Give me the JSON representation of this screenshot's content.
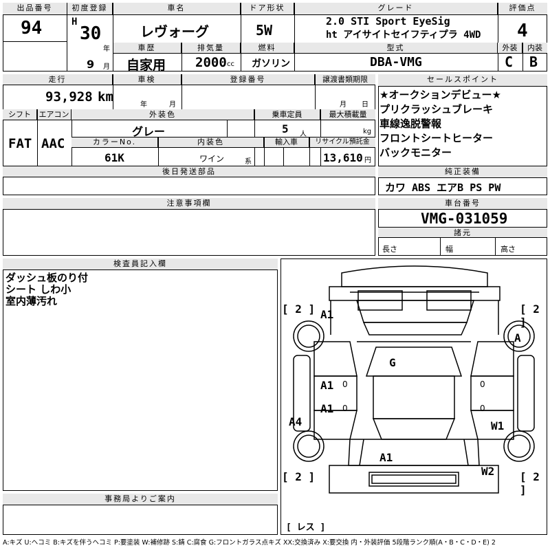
{
  "header": {
    "lot_label": "出品番号",
    "lot_no": "94",
    "first_reg_label": "初度登録",
    "era_prefix": "H",
    "reg_year": "30",
    "year_unit": "年",
    "name_label": "車名",
    "car_name": "レヴォーグ",
    "door_label": "ドア形状",
    "door": "5W",
    "grade_label": "グレード",
    "grade_line1": "2.0 STI Sport EyeSig",
    "grade_line2": "ht アイサイトセイフティプラ 4WD",
    "score_label": "評価点",
    "score": "4",
    "month": "9",
    "month_unit": "月",
    "history_label": "車歴",
    "history": "自家用",
    "disp_label": "排気量",
    "displacement": "2000",
    "disp_unit": "cc",
    "fuel_label": "燃料",
    "fuel": "ガソリン",
    "model_label": "型式",
    "model": "DBA-VMG",
    "ext_label": "外装",
    "ext_grade": "C",
    "int_label": "内装",
    "int_grade": "B"
  },
  "row2": {
    "mileage_label": "走行",
    "mileage": "93,928",
    "mileage_unit": "km",
    "inspect_label": "車検",
    "inspect_y": "年",
    "inspect_m": "月",
    "regno_label": "登録番号",
    "transfer_label": "譲渡書類期限",
    "transfer_m": "月",
    "transfer_d": "日",
    "shift_label": "シフト",
    "shift": "FAT",
    "ac_label": "エアコン",
    "ac": "AAC",
    "color_label": "外装色",
    "color": "グレー",
    "capacity_label": "乗車定員",
    "capacity": "5",
    "capacity_unit": "人",
    "load_label": "最大積載量",
    "load_unit": "kg",
    "colorno_label": "カラーNo.",
    "color_no": "61K",
    "intcolor_label": "内装色",
    "int_color": "ワイン",
    "int_color_unit": "系",
    "import_label": "輸入車",
    "recycle_label": "リサイクル預託金",
    "recycle": "13,610",
    "recycle_unit": "円",
    "later_label": "後日発送部品"
  },
  "sales": {
    "label": "セールスポイント",
    "points": [
      "★オークションデビュー★",
      "プリクラッシュブレーキ",
      "車線逸脱警報",
      "フロントシートヒーター",
      "バックモニター"
    ]
  },
  "equipment": {
    "label": "純正装備",
    "items": "カワ ABS エアB PS PW"
  },
  "notes_label": "注意事項欄",
  "chassis": {
    "label": "車台番号",
    "number": "VMG-031059",
    "spec_label": "諸元",
    "len": "長さ",
    "width": "幅",
    "height": "高さ"
  },
  "inspector": {
    "label": "検査員記入欄",
    "lines": [
      "ダッシュ板のり付",
      "シート しわ小",
      "室内薄汚れ"
    ]
  },
  "office_label": "事務局よりご案内",
  "diagram": {
    "codes": [
      "A1",
      "A1",
      "A1",
      "A1",
      "A4",
      "A1",
      "G",
      "A",
      "W1",
      "W2"
    ],
    "tire_fl": "[ 2 ]",
    "tire_fr": "[ 2 ]",
    "tire_rl": "[ 2 ]",
    "tire_rr": "[ 2 ]",
    "mark_left": "0",
    "mark_right": "0",
    "mark_left2": "0",
    "mark_right2": "0",
    "spare": "[ レス ]"
  },
  "legend": "A:キズ U:ヘコミ B:キズを伴うヘコミ P:要塗装 W:補修跡 S:錆 C:腐食 G:フロントガラス点キズ XX:交換済み X:要交換 内・外装評価 5段階ランク順(A・B・C・D・E) 2"
}
